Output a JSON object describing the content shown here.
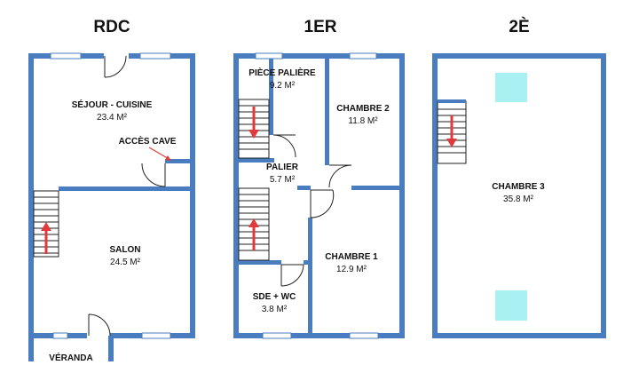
{
  "floors": [
    {
      "title": "RDC"
    },
    {
      "title": "1ER"
    },
    {
      "title": "2È"
    }
  ],
  "rooms": {
    "sejour_cuisine": {
      "name": "SÉJOUR - CUISINE",
      "area": "23.4 M²"
    },
    "salon": {
      "name": "SALON",
      "area": "24.5 M²"
    },
    "veranda": {
      "name": "VÉRANDA"
    },
    "piece_paliere": {
      "name": "PIÈCE PALIÈRE",
      "area": "9.2 M²"
    },
    "chambre_2": {
      "name": "CHAMBRE 2",
      "area": "11.8 M²"
    },
    "palier": {
      "name": "PALIER",
      "area": "5.7 M²"
    },
    "chambre_1": {
      "name": "CHAMBRE 1",
      "area": "12.9 M²"
    },
    "sde_wc": {
      "name": "SDE + WC",
      "area": "3.8 M²"
    },
    "chambre_3": {
      "name": "CHAMBRE 3",
      "area": "35.8 M²"
    }
  },
  "annotations": {
    "acces_cave": "ACCÈS CAVE"
  },
  "colors": {
    "wall": "#4a7cc0",
    "stair_arrow": "#e03a3a",
    "skylight": "#a8f0f2",
    "window": "#ffffff"
  }
}
